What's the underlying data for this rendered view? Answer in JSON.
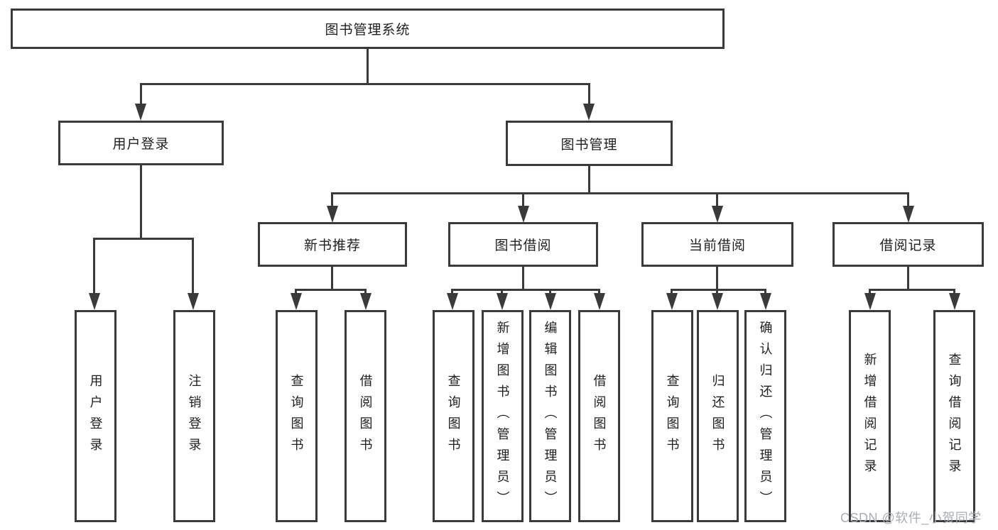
{
  "diagram_title": "图书管理系统",
  "colors": {
    "line": "#3a3a3a",
    "text": "#1f1f1f",
    "background": "#ffffff",
    "watermark_gray": "#a9aeb5"
  },
  "nodes": {
    "root": {
      "label": "图书管理系统"
    },
    "user_login": {
      "label": "用户登录"
    },
    "book_management": {
      "label": "图书管理"
    },
    "new_book_recommend": {
      "label": "新书推荐"
    },
    "book_borrow": {
      "label": "图书借阅"
    },
    "current_borrow": {
      "label": "当前借阅"
    },
    "borrow_records": {
      "label": "借阅记录"
    }
  },
  "leaves": [
    {
      "label": "用户登录",
      "parent": "用户登录"
    },
    {
      "label": "注销登录",
      "parent": "用户登录"
    },
    {
      "label": "查询图书",
      "parent": "新书推荐"
    },
    {
      "label": "借阅图书",
      "parent": "新书推荐"
    },
    {
      "label": "查询图书",
      "parent": "图书借阅"
    },
    {
      "label": "新增图书（管理员）",
      "parent": "图书借阅"
    },
    {
      "label": "编辑图书（管理员）",
      "parent": "图书借阅"
    },
    {
      "label": "借阅图书",
      "parent": "图书借阅"
    },
    {
      "label": "查询图书",
      "parent": "当前借阅"
    },
    {
      "label": "归还图书",
      "parent": "当前借阅"
    },
    {
      "label": "确认归还（管理员）",
      "parent": "当前借阅"
    },
    {
      "label": "新增借阅记录",
      "parent": "借阅记录"
    },
    {
      "label": "查询借阅记录",
      "parent": "借阅记录"
    }
  ],
  "watermark": "CSDN @软件_小贺同学"
}
